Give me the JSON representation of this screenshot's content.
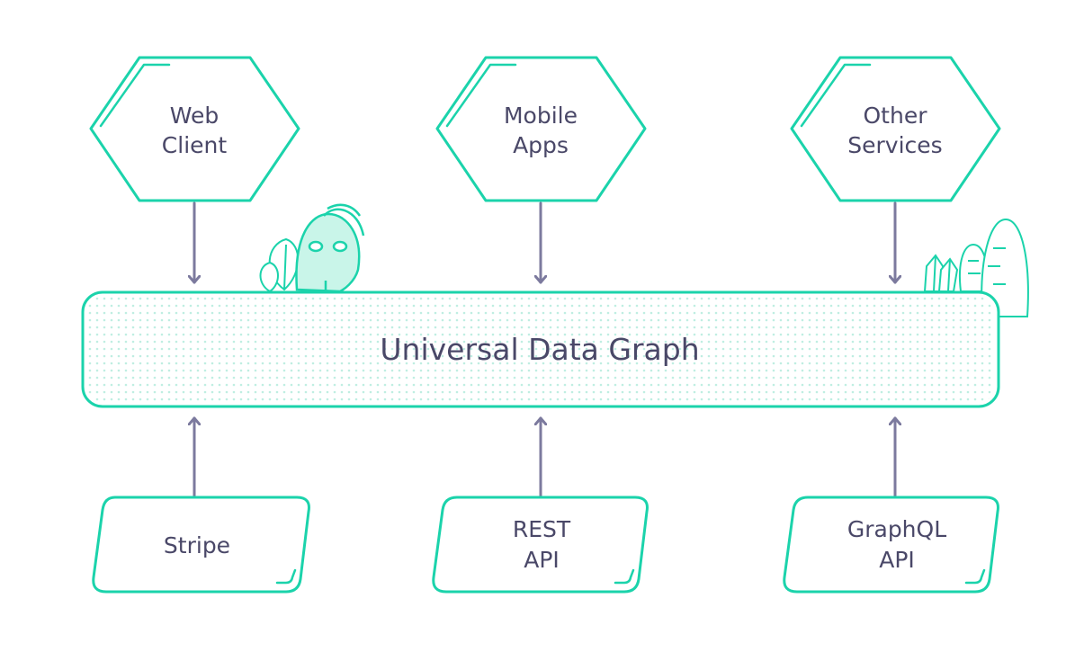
{
  "colors": {
    "accent": "#1bd3ab",
    "ink": "#4a4868",
    "arrow": "#7c7a9e",
    "fill": "#e9fbf6",
    "background": "#ffffff"
  },
  "consumers": [
    {
      "line1": "Web",
      "line2": "Client"
    },
    {
      "line1": "Mobile",
      "line2": "Apps"
    },
    {
      "line1": "Other",
      "line2": "Services"
    }
  ],
  "graph": {
    "label": "Universal Data Graph"
  },
  "sources": [
    {
      "line1": "Stripe",
      "line2": ""
    },
    {
      "line1": "REST",
      "line2": "API"
    },
    {
      "line1": "GraphQL",
      "line2": "API"
    }
  ],
  "decorations": [
    "leaf-icon",
    "mascot-icon",
    "crystals-icon",
    "plants-icon"
  ]
}
